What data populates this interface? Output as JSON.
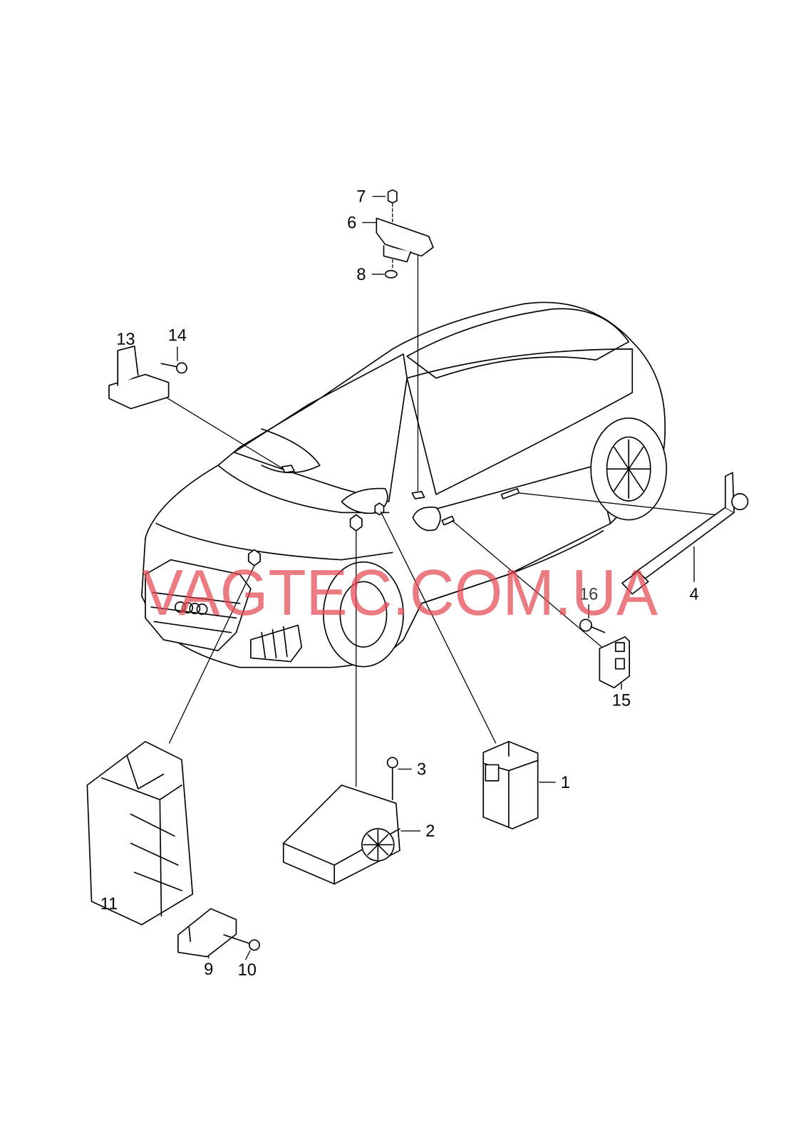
{
  "diagram": {
    "labels": [
      "7",
      "6",
      "8",
      "13",
      "14",
      "4",
      "16",
      "15",
      "11",
      "9",
      "10",
      "3",
      "2",
      "1",
      "VAGTEC.COM.UA"
    ]
  }
}
